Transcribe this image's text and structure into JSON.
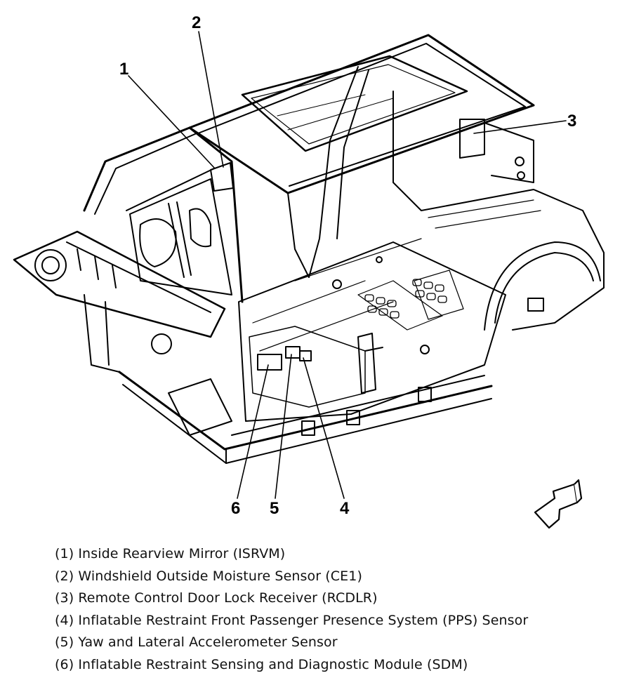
{
  "callouts": {
    "c1": "1",
    "c2": "2",
    "c3": "3",
    "c4": "4",
    "c5": "5",
    "c6": "6"
  },
  "legend": [
    "(1) Inside Rearview Mirror (ISRVM)",
    "(2) Windshield Outside Moisture Sensor (CE1)",
    "(3) Remote Control Door Lock Receiver (RCDLR)",
    "(4) Inflatable Restraint Front Passenger Presence System (PPS) Sensor",
    "(5) Yaw and Lateral Accelerometer Sensor",
    "(6) Inflatable Restraint Sensing and Diagnostic Module (SDM)"
  ],
  "icons": {
    "direction_arrow": "front-direction-arrow-icon"
  }
}
